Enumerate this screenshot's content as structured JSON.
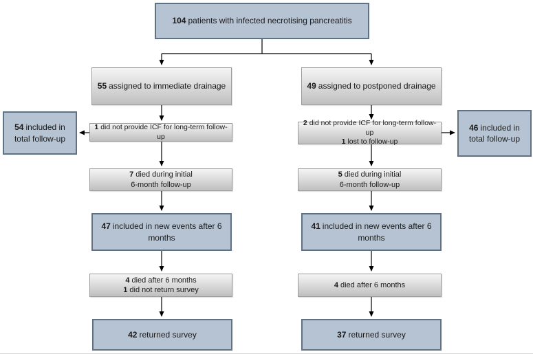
{
  "diagram": {
    "top_box": {
      "num": "104",
      "text": "patients with infected necrotising pancreatitis"
    },
    "left_column": {
      "assigned": {
        "num": "55",
        "text": "assigned to immediate drainage"
      },
      "total_followup": {
        "num": "54",
        "text": "included in total follow-up"
      },
      "icf": {
        "lines": [
          {
            "num": "1",
            "text": "did not provide ICF for long-term follow-up"
          }
        ]
      },
      "died_initial": {
        "lines": [
          {
            "num": "7",
            "text": "died during initial"
          },
          {
            "num": "",
            "text": "6-month follow-up"
          }
        ]
      },
      "new_events": {
        "num": "47",
        "text": "included in new events after 6 months"
      },
      "died_after": {
        "lines": [
          {
            "num": "4",
            "text": "died after 6 months"
          },
          {
            "num": "1",
            "text": "did not return survey"
          }
        ]
      },
      "survey": {
        "num": "42",
        "text": "returned survey"
      }
    },
    "right_column": {
      "assigned": {
        "num": "49",
        "text": "assigned to postponed drainage"
      },
      "total_followup": {
        "num": "46",
        "text": "included in total follow-up"
      },
      "icf": {
        "lines": [
          {
            "num": "2",
            "text": "did not provide ICF for long-term follow-up"
          },
          {
            "num": "1",
            "text": "lost to follow-up"
          }
        ]
      },
      "died_initial": {
        "lines": [
          {
            "num": "5",
            "text": "died during initial"
          },
          {
            "num": "",
            "text": "6-month follow-up"
          }
        ]
      },
      "new_events": {
        "num": "41",
        "text": "included in new events after 6 months"
      },
      "died_after": {
        "lines": [
          {
            "num": "4",
            "text": "died after 6 months"
          }
        ]
      },
      "survey": {
        "num": "37",
        "text": "returned survey"
      }
    }
  },
  "colors": {
    "blue_fill": "#b5c3d2",
    "blue_border": "#5f7183",
    "gray_fill_top": "#f5f5f5",
    "gray_fill_bottom": "#bfbfbf",
    "gray_border": "#9a9a9a",
    "arrow": "#000000"
  }
}
